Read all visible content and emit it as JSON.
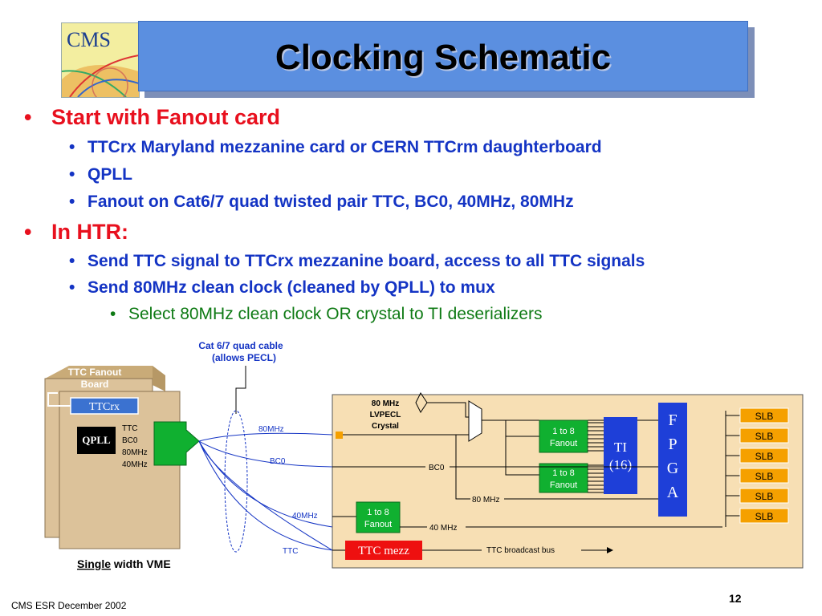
{
  "title": "Clocking Schematic",
  "logo_text": "CMS",
  "bullets": {
    "b1": "Start with Fanout card",
    "b1_1": "TTCrx Maryland mezzanine card or CERN TTCrm daughterboard",
    "b1_2": "QPLL",
    "b1_3": "Fanout on Cat6/7 quad twisted pair TTC, BC0, 40MHz, 80MHz",
    "b2": "In HTR:",
    "b2_1": "Send TTC signal to TTCrx mezzanine board, access to all TTC signals",
    "b2_2": "Send 80MHz clean clock (cleaned by QPLL) to mux",
    "b2_2_1": "Select 80MHz clean clock OR crystal to TI deserializers",
    "marker": "•"
  },
  "diagram": {
    "cable_label_1": "Cat 6/7 quad cable",
    "cable_label_2": "(allows PECL)",
    "fanout_board_1": "TTC Fanout",
    "fanout_board_2": "Board",
    "ttcrx": "TTCrx",
    "qpll": "QPLL",
    "board_signals": [
      "TTC",
      "BC0",
      "80MHz",
      "40MHz"
    ],
    "wire_labels": [
      "80MHz",
      "BC0",
      "40MHz",
      "TTC"
    ],
    "crystal_1": "80 MHz",
    "crystal_2": "LVPECL",
    "crystal_3": "Crystal",
    "fanout_1": "1 to 8",
    "fanout_2": "Fanout",
    "ti_1": "TI",
    "ti_2": "(16)",
    "fpga_letters": [
      "F",
      "P",
      "G",
      "A"
    ],
    "slb": "SLB",
    "bc0_label": "BC0",
    "mhz80_label": "80 MHz",
    "mhz40_label": "40 MHz",
    "ttc_mezz": "TTC mezz",
    "ttc_bus": "TTC broadcast bus",
    "caption_underlined": "Single",
    "caption_rest": " width VME"
  },
  "footer": "CMS ESR December 2002",
  "page_number": "12",
  "colors": {
    "title_bg": "#5b8fe0",
    "level1": "#e8101e",
    "level2": "#1434c4",
    "level3": "#0e7a14",
    "htr_bg": "#f7dfb4",
    "fanout_green": "#10b030",
    "ti_blue": "#1e3fd8",
    "slb_orange": "#f5a000",
    "mezz_red": "#ee1010"
  }
}
